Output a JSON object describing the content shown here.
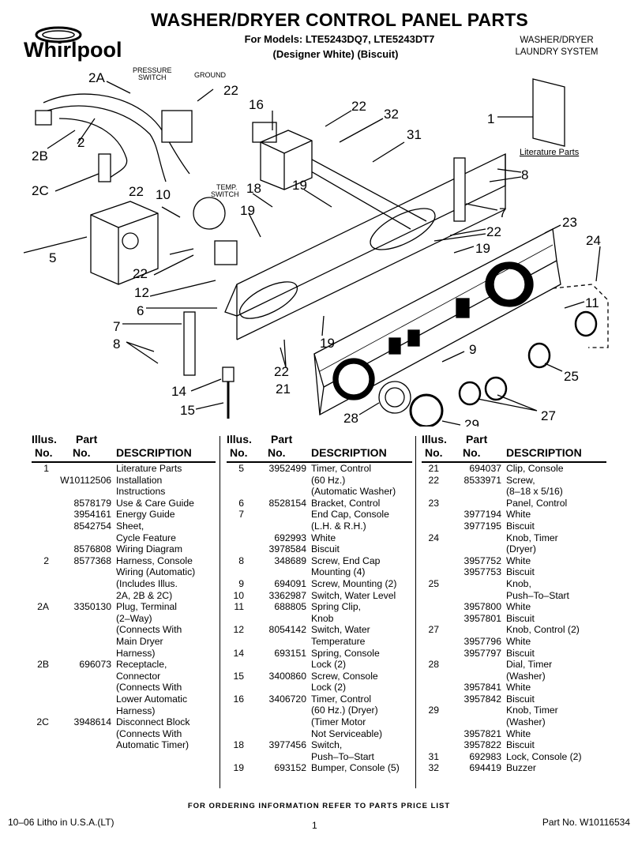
{
  "header": {
    "brand": "Whirlpool",
    "title": "WASHER/DRYER CONTROL PANEL PARTS",
    "models": "For Models: LTE5243DQ7, LTE5243DT7",
    "colors": "(Designer White)  (Biscuit)",
    "system_line1": "WASHER/DRYER",
    "system_line2": "LAUNDRY SYSTEM"
  },
  "diagram": {
    "callouts": [
      "2A",
      "PRESSURE",
      "SWITCH",
      "GROUND",
      "22",
      "16",
      "22",
      "32",
      "1",
      "2",
      "31",
      "2B",
      "Literature Parts",
      "8",
      "2C",
      "22",
      "10",
      "TEMP.",
      "SWITCH",
      "18",
      "19",
      "19",
      "7",
      "5",
      "23",
      "22",
      "24",
      "19",
      "22",
      "12",
      "11",
      "6",
      "7",
      "8",
      "19",
      "9",
      "25",
      "22",
      "21",
      "14",
      "27",
      "28",
      "29",
      "15"
    ]
  },
  "table": {
    "headers": {
      "illus_no": [
        "Illus.",
        "No."
      ],
      "part_no": [
        "Part",
        "No."
      ],
      "description": "DESCRIPTION"
    },
    "columns": [
      [
        {
          "illus": "1",
          "part": "",
          "desc": [
            "Literature Parts"
          ]
        },
        {
          "illus": "",
          "part": "W10112506",
          "desc": [
            "Installation",
            "Instructions"
          ]
        },
        {
          "illus": "",
          "part": "8578179",
          "desc": [
            "Use & Care Guide"
          ]
        },
        {
          "illus": "",
          "part": "3954161",
          "desc": [
            "Energy Guide"
          ]
        },
        {
          "illus": "",
          "part": "8542754",
          "desc": [
            "Sheet,",
            "Cycle Feature"
          ]
        },
        {
          "illus": "",
          "part": "8576808",
          "desc": [
            "Wiring Diagram"
          ]
        },
        {
          "illus": "2",
          "part": "8577368",
          "desc": [
            "Harness, Console",
            "Wiring (Automatic)",
            "(Includes Illus.",
            "2A, 2B & 2C)"
          ]
        },
        {
          "illus": "2A",
          "part": "3350130",
          "desc": [
            "Plug, Terminal",
            "(2–Way)",
            "(Connects With",
            "Main Dryer",
            "Harness)"
          ]
        },
        {
          "illus": "2B",
          "part": "696073",
          "desc": [
            "Receptacle,",
            "Connector",
            "(Connects With",
            "Lower Automatic",
            "Harness)"
          ]
        },
        {
          "illus": "2C",
          "part": "3948614",
          "desc": [
            "Disconnect Block",
            "(Connects With",
            "Automatic Timer)"
          ]
        }
      ],
      [
        {
          "illus": "5",
          "part": "3952499",
          "desc": [
            "Timer, Control",
            "(60 Hz.)",
            "(Automatic Washer)"
          ]
        },
        {
          "illus": "6",
          "part": "8528154",
          "desc": [
            "Bracket, Control"
          ]
        },
        {
          "illus": "7",
          "part": "",
          "desc": [
            "End Cap, Console",
            "(L.H. & R.H.)"
          ]
        },
        {
          "illus": "",
          "part": "692993",
          "desc": [
            "White"
          ]
        },
        {
          "illus": "",
          "part": "3978584",
          "desc": [
            "Biscuit"
          ]
        },
        {
          "illus": "8",
          "part": "348689",
          "desc": [
            "Screw, End Cap",
            "Mounting (4)"
          ]
        },
        {
          "illus": "9",
          "part": "694091",
          "desc": [
            "Screw, Mounting (2)"
          ]
        },
        {
          "illus": "10",
          "part": "3362987",
          "desc": [
            "Switch, Water Level"
          ]
        },
        {
          "illus": "11",
          "part": "688805",
          "desc": [
            "Spring Clip,",
            "Knob"
          ]
        },
        {
          "illus": "12",
          "part": "8054142",
          "desc": [
            "Switch, Water",
            "Temperature"
          ]
        },
        {
          "illus": "14",
          "part": "693151",
          "desc": [
            "Spring, Console",
            "Lock (2)"
          ]
        },
        {
          "illus": "15",
          "part": "3400860",
          "desc": [
            "Screw, Console",
            "Lock (2)"
          ]
        },
        {
          "illus": "16",
          "part": "3406720",
          "desc": [
            "Timer, Control",
            "(60 Hz.) (Dryer)",
            "(Timer Motor",
            "Not Serviceable)"
          ]
        },
        {
          "illus": "18",
          "part": "3977456",
          "desc": [
            "Switch,",
            "Push–To–Start"
          ]
        },
        {
          "illus": "19",
          "part": "693152",
          "desc": [
            "Bumper, Console (5)"
          ]
        }
      ],
      [
        {
          "illus": "21",
          "part": "694037",
          "desc": [
            "Clip, Console"
          ]
        },
        {
          "illus": "22",
          "part": "8533971",
          "desc": [
            "Screw,",
            "(8–18 x 5/16)"
          ]
        },
        {
          "illus": "23",
          "part": "",
          "desc": [
            "Panel, Control"
          ]
        },
        {
          "illus": "",
          "part": "3977194",
          "desc": [
            "White"
          ]
        },
        {
          "illus": "",
          "part": "3977195",
          "desc": [
            "Biscuit"
          ]
        },
        {
          "illus": "24",
          "part": "",
          "desc": [
            "Knob, Timer",
            "(Dryer)"
          ]
        },
        {
          "illus": "",
          "part": "3957752",
          "desc": [
            "White"
          ]
        },
        {
          "illus": "",
          "part": "3957753",
          "desc": [
            "Biscuit"
          ]
        },
        {
          "illus": "25",
          "part": "",
          "desc": [
            "Knob,",
            "Push–To–Start"
          ]
        },
        {
          "illus": "",
          "part": "3957800",
          "desc": [
            "White"
          ]
        },
        {
          "illus": "",
          "part": "3957801",
          "desc": [
            "Biscuit"
          ]
        },
        {
          "illus": "27",
          "part": "",
          "desc": [
            "Knob, Control (2)"
          ]
        },
        {
          "illus": "",
          "part": "3957796",
          "desc": [
            "White"
          ]
        },
        {
          "illus": "",
          "part": "3957797",
          "desc": [
            "Biscuit"
          ]
        },
        {
          "illus": "28",
          "part": "",
          "desc": [
            "Dial, Timer",
            "(Washer)"
          ]
        },
        {
          "illus": "",
          "part": "3957841",
          "desc": [
            "White"
          ]
        },
        {
          "illus": "",
          "part": "3957842",
          "desc": [
            "Biscuit"
          ]
        },
        {
          "illus": "29",
          "part": "",
          "desc": [
            "Knob, Timer",
            "(Washer)"
          ]
        },
        {
          "illus": "",
          "part": "3957821",
          "desc": [
            "White"
          ]
        },
        {
          "illus": "",
          "part": "3957822",
          "desc": [
            "Biscuit"
          ]
        },
        {
          "illus": "31",
          "part": "692983",
          "desc": [
            "Lock, Console (2)"
          ]
        },
        {
          "illus": "32",
          "part": "694419",
          "desc": [
            "Buzzer"
          ]
        }
      ]
    ]
  },
  "footer": {
    "note": "FOR ORDERING INFORMATION REFER TO PARTS PRICE LIST",
    "litho": "10–06 Litho in U.S.A.(LT)",
    "page": "1",
    "part_no": "Part No. W10116534"
  }
}
